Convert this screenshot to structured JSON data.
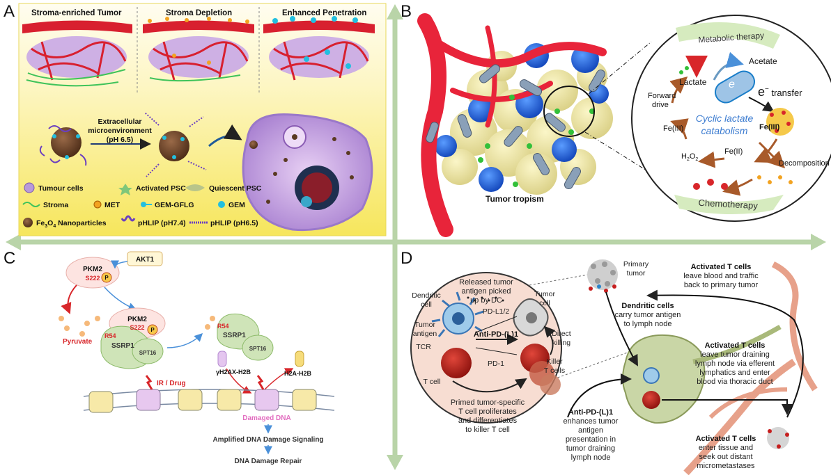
{
  "panels": {
    "a": {
      "letter": "A",
      "top_titles": [
        "Stroma-enriched Tumor",
        "Stroma Depletion",
        "Enhanced Penetration"
      ],
      "process_label": [
        "Extracellular",
        "microenvironment",
        "(pH 6.5)"
      ],
      "legend": {
        "tumour_cells": "Tumour cells",
        "activated_psc": "Activated PSC",
        "quiescent_psc": "Quiescent PSC",
        "stroma": "Stroma",
        "met": "MET",
        "gem_gflg": "GEM-GFLG",
        "gem": "GEM",
        "fe3o4_prefix": "Fe",
        "fe3o4_sub1": "3",
        "fe3o4_mid": "O",
        "fe3o4_sub2": "4",
        "fe3o4_suffix": " Nanoparticles",
        "phlip_74": "pHLIP (pH7.4)",
        "phlip_65": "pHLIP (pH6.5)"
      }
    },
    "b": {
      "letter": "B",
      "tumor_tropism": "Tumor tropism",
      "metabolic_therapy": "Metabolic therapy",
      "acetate": "Acetate",
      "lactate": "Lactate",
      "e_label": "e",
      "transfer_e": "e",
      "transfer_sup": "−",
      "transfer_word": " transfer",
      "forward_drive": [
        "Forward",
        "drive"
      ],
      "cyclic": [
        "Cyclic lactate",
        "catabolism"
      ],
      "fe3_left": "Fe(III)",
      "fe3_right": "Fe(III)",
      "h2o2_main": "H",
      "h2o2_sub1": "2",
      "h2o2_mid": "O",
      "h2o2_sub2": "2",
      "fe2": "Fe(II)",
      "decomposition": "Decomposition",
      "chemotherapy": "Chemotherapy"
    },
    "c": {
      "letter": "C",
      "akt1": "AKT1",
      "pkm2": "PKM2",
      "s222": "S222",
      "p": "P",
      "pyruvate": "Pyruvate",
      "r54": "R54",
      "ssrp1": "SSRP1",
      "spt16": "SPT16",
      "gh2ax": "γH2AX-H2B",
      "h2a": "H2A-H2B",
      "ir_drug": "IR / Drug",
      "damaged": "Damaged DNA",
      "amplified": "Amplified DNA Damage Signaling",
      "repair": "DNA Damage Repair"
    },
    "d": {
      "letter": "D",
      "released": [
        "Released tumor",
        "antigen picked",
        "up by DC"
      ],
      "dendritic_cell": [
        "Dendritic",
        "cell"
      ],
      "tumor_cell": [
        "Tumor",
        "cell"
      ],
      "pdl12": "PD-L1/2",
      "tumor_antigen": [
        "Tumor",
        "antigen"
      ],
      "anti_pdl1": "Anti-PD-(L)1",
      "tcr": "TCR",
      "direct_killing": [
        "Direct",
        "killing"
      ],
      "pd1": "PD-1",
      "tcell": "T cell",
      "killer": [
        "Killer",
        "T cells"
      ],
      "primed": [
        "Primed tumor-specific",
        "T cell proliferates",
        "and differentiates",
        "to killer T cell"
      ],
      "primary_tumor": [
        "Primary",
        "tumor"
      ],
      "act1_title": "Activated T cells",
      "act1_text": [
        "leave blood and traffic",
        "back to primary tumor"
      ],
      "dc_title": "Dendritic cells",
      "dc_text": [
        "carry tumor antigen",
        "to lymph node"
      ],
      "act2_title": "Activated T cells",
      "act2_text": [
        "leave tumor draining",
        "lymph node via efferent",
        "lymphatics and enter",
        "blood via thoracic duct"
      ],
      "anti_title": "Anti-PD-(L)1",
      "anti_text": [
        "enhances tumor",
        "antigen",
        "presentation in",
        "tumor draining",
        "lymph node"
      ],
      "act3_title": "Activated T cells",
      "act3_text": [
        "enter tissue and",
        "seek out distant",
        "micrometastases"
      ]
    }
  },
  "colors": {
    "axis": "#b9d4a8",
    "panel_a_bg_top": "#fffbe0",
    "panel_a_bg_bottom": "#f7e86a",
    "vessel_red": "#e8243a",
    "lymph_green": "#c9d6a6",
    "d_circle_bg": "#f7ddd2",
    "ssrp1_green": "#cfe4b8",
    "damage_pink": "#e26ec0"
  }
}
